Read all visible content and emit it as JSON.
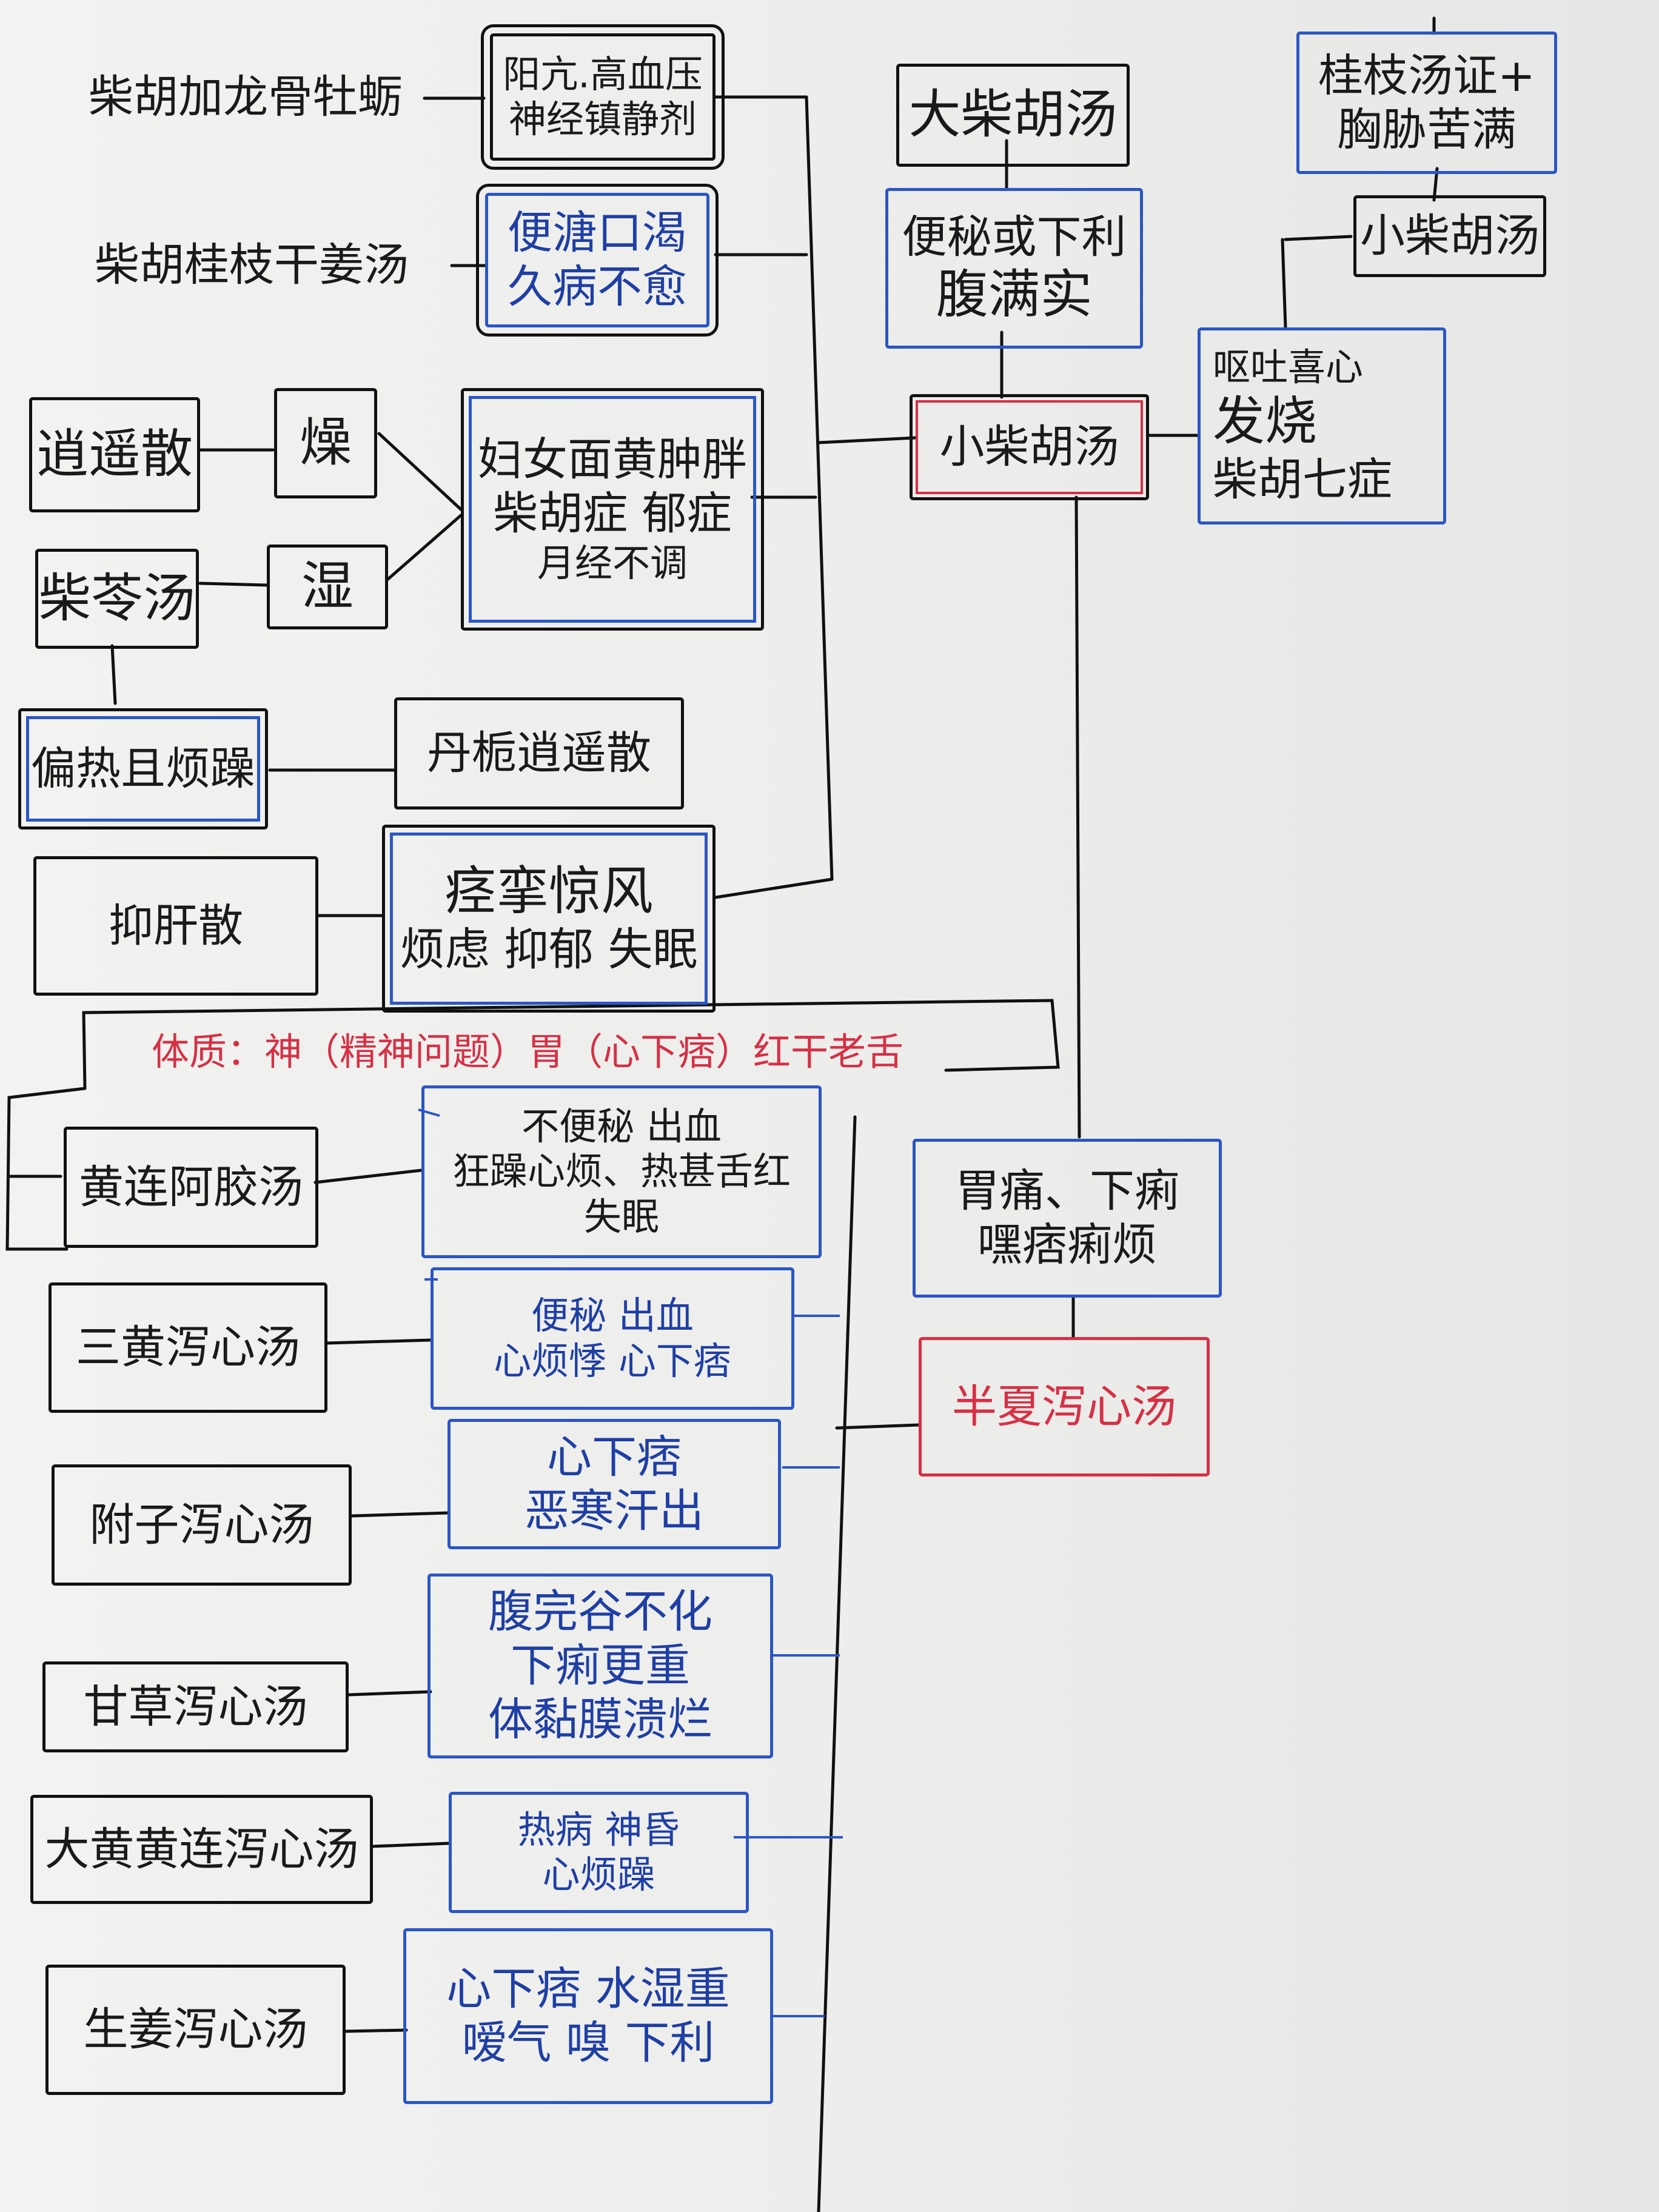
{
  "formulas": {
    "chaihu_longgu": "柴胡加龙骨牡蛎",
    "chaihu_guizhi_ganjiang": "柴胡桂枝干姜汤",
    "xiaoyao": "逍遥散",
    "chailing": "柴苓汤",
    "danzhi_xiaoyao": "丹栀逍遥散",
    "yigan": "抑肝散",
    "da_chaihu": "大柴胡汤",
    "xiao_chaihu_top": "小柴胡汤",
    "xiao_chaihu_center": "小柴胡汤",
    "banxia_xiexin": "半夏泻心汤",
    "huanglian_ejiao": "黄连阿胶汤",
    "sanhuang_xiexin": "三黄泻心汤",
    "fuzi_xiexin": "附子泻心汤",
    "gancao_xiexin": "甘草泻心汤",
    "dahuang_huanglian": "大黄黄连泻心汤",
    "shengjiang_xiexin": "生姜泻心汤"
  },
  "symptoms": {
    "longgu": [
      "阳亢.高血压",
      "神经镇静剂"
    ],
    "guizhi": [
      "便溏口渴",
      "久病不愈"
    ],
    "zao": "燥",
    "shi": "湿",
    "women": [
      "妇女面黄肿胖",
      "柴胡症 郁症",
      "月经不调"
    ],
    "pianre": "偏热且烦躁",
    "jing": [
      "痉挛惊风",
      "烦虑 抑郁 失眠"
    ],
    "da_chaihu": [
      "便秘或下利",
      "腹满实"
    ],
    "guizhi_top": [
      "桂枝汤证+",
      "胸胁苦满"
    ],
    "outu": [
      "呕吐喜心",
      "发烧",
      "柴胡七症"
    ],
    "wei": [
      "胃痛、下痢",
      "嘿痞痢烦"
    ],
    "huanglian": [
      "不便秘 出血",
      "狂躁心烦、热甚舌红",
      "失眠"
    ],
    "sanhuang": [
      "便秘 出血",
      "心烦悸 心下痞"
    ],
    "fuzi": [
      "心下痞",
      "恶寒汗出"
    ],
    "gancao": [
      "腹完谷不化",
      "下痢更重",
      "体黏膜溃烂"
    ],
    "dahuang": [
      "热病 神昏",
      "心烦躁"
    ],
    "shengjiang": [
      "心下痞 水湿重",
      "嗳气 嗅 下利"
    ]
  },
  "banner": "体质：神（精神问题）胃（心下痞）红干老舌",
  "colors": {
    "ink": "#111111",
    "blue": "#2b56c6",
    "red": "#d63045"
  }
}
